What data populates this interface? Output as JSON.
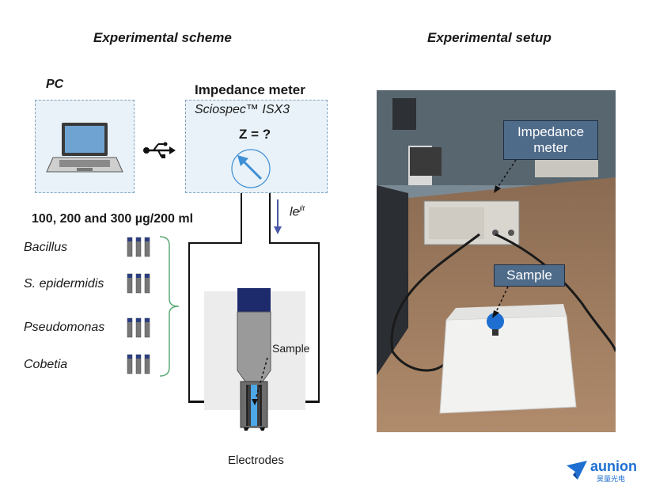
{
  "scheme": {
    "title": "Experimental scheme",
    "pc_label": "PC",
    "meter_title": "Impedance meter",
    "meter_model": "Sciospec™ ISX3",
    "equation": "Z = ?",
    "current_base": "le",
    "current_sup": "jlt",
    "concentration": "100, 200 and 300 µg/200 ml",
    "bacteria": [
      "Bacillus",
      "S. epidermidis",
      "Pseudomonas",
      "Cobetia"
    ],
    "sample_label": "Sample",
    "electrodes_label": "Electrodes"
  },
  "setup": {
    "title": "Experimental setup",
    "callout_meter_line1": "Impedance",
    "callout_meter_line2": "meter",
    "callout_sample": "Sample"
  },
  "watermark": {
    "brand": "aunion",
    "sub": "昊量光电"
  }
}
